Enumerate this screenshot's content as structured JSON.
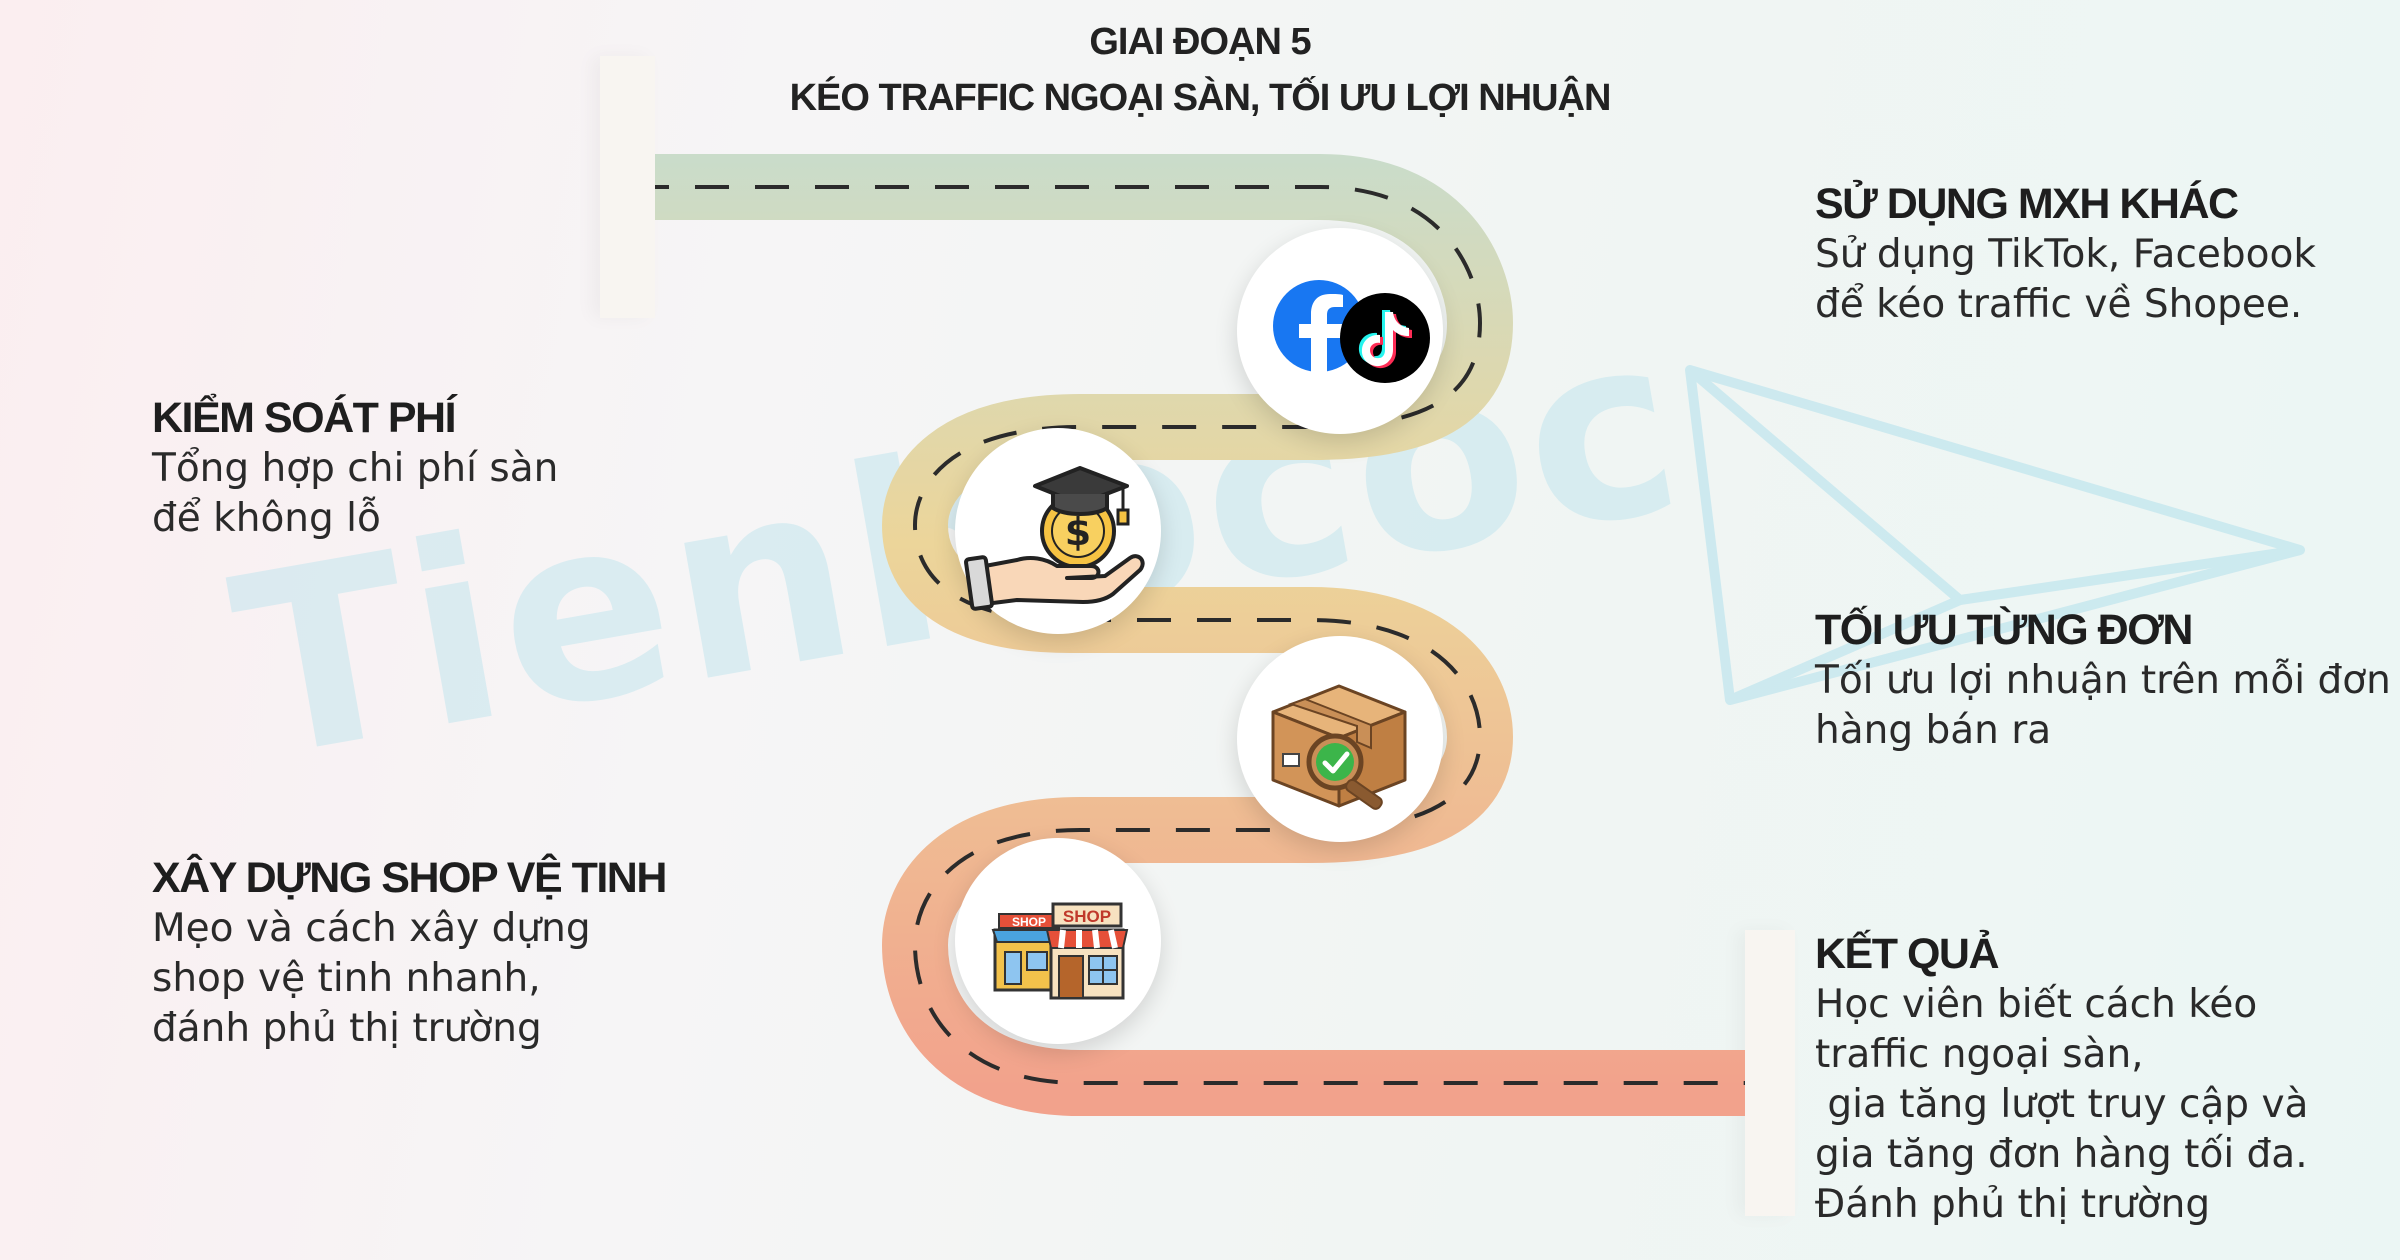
{
  "title": {
    "line1": "GIAI ĐOẠN 5",
    "line2": "KÉO TRAFFIC NGOẠI SÀN, TỐI ƯU LỢI NHUẬN"
  },
  "watermark": "Tienhococ",
  "steps": [
    {
      "heading": "SỬ DỤNG MXH KHÁC",
      "body": [
        "Sử dụng TikTok, Facebook",
        "để kéo traffic về Shopee."
      ],
      "icon": "facebook-tiktok-icon"
    },
    {
      "heading": "KIỂM SOÁT PHÍ",
      "body": [
        "Tổng hợp chi phí sàn",
        "để không lỗ"
      ],
      "icon": "money-hand-graduation-icon"
    },
    {
      "heading": "TỐI ƯU TỪNG ĐƠN",
      "body": [
        "Tối ưu lợi nhuận trên mỗi đơn",
        "hàng bán ra"
      ],
      "icon": "package-check-icon"
    },
    {
      "heading": "XÂY DỰNG SHOP VỆ TINH",
      "body": [
        "Mẹo và cách xây dựng",
        "shop vệ tinh nhanh,",
        "đánh phủ thị trường"
      ],
      "icon": "shop-store-icon"
    },
    {
      "heading": "KẾT QUẢ",
      "body": [
        "Học viên biết cách kéo",
        "traffic ngoại sàn,",
        " gia tăng lượt truy cập và",
        "gia tăng đơn hàng tối đa.",
        "Đánh phủ thị trường"
      ]
    }
  ],
  "icon_labels": {
    "shop_sign": "SHOP"
  },
  "colors": {
    "road_start": "#c9dccb",
    "road_mid": "#ecd59a",
    "road_end": "#f2a28c",
    "dash": "#2b2b2b"
  }
}
